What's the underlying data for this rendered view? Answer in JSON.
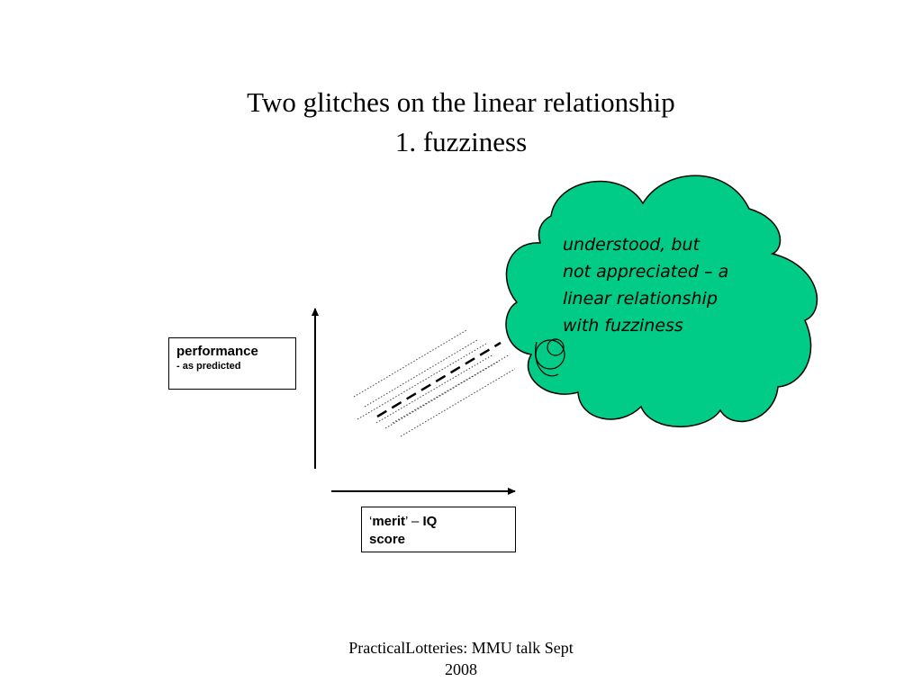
{
  "slide": {
    "title_line1": "Two glitches on the linear relationship",
    "title_line2": "1. fuzziness"
  },
  "y_axis_label": {
    "main": "performance",
    "sub": "- as predicted"
  },
  "x_axis_label": {
    "open_quote": "‘",
    "term": "merit",
    "close_quote": "’",
    "dash": " – ",
    "rest_line1": "IQ",
    "rest_line2": "score"
  },
  "thought_bubble": {
    "line1": "understood, but",
    "line2": "not appreciated – a",
    "line3": "linear relationship",
    "line4": "with fuzziness",
    "fill_color": "#00cc88"
  },
  "footer": {
    "line1": "PracticalLotteries: MMU talk Sept",
    "line2": "2008"
  }
}
